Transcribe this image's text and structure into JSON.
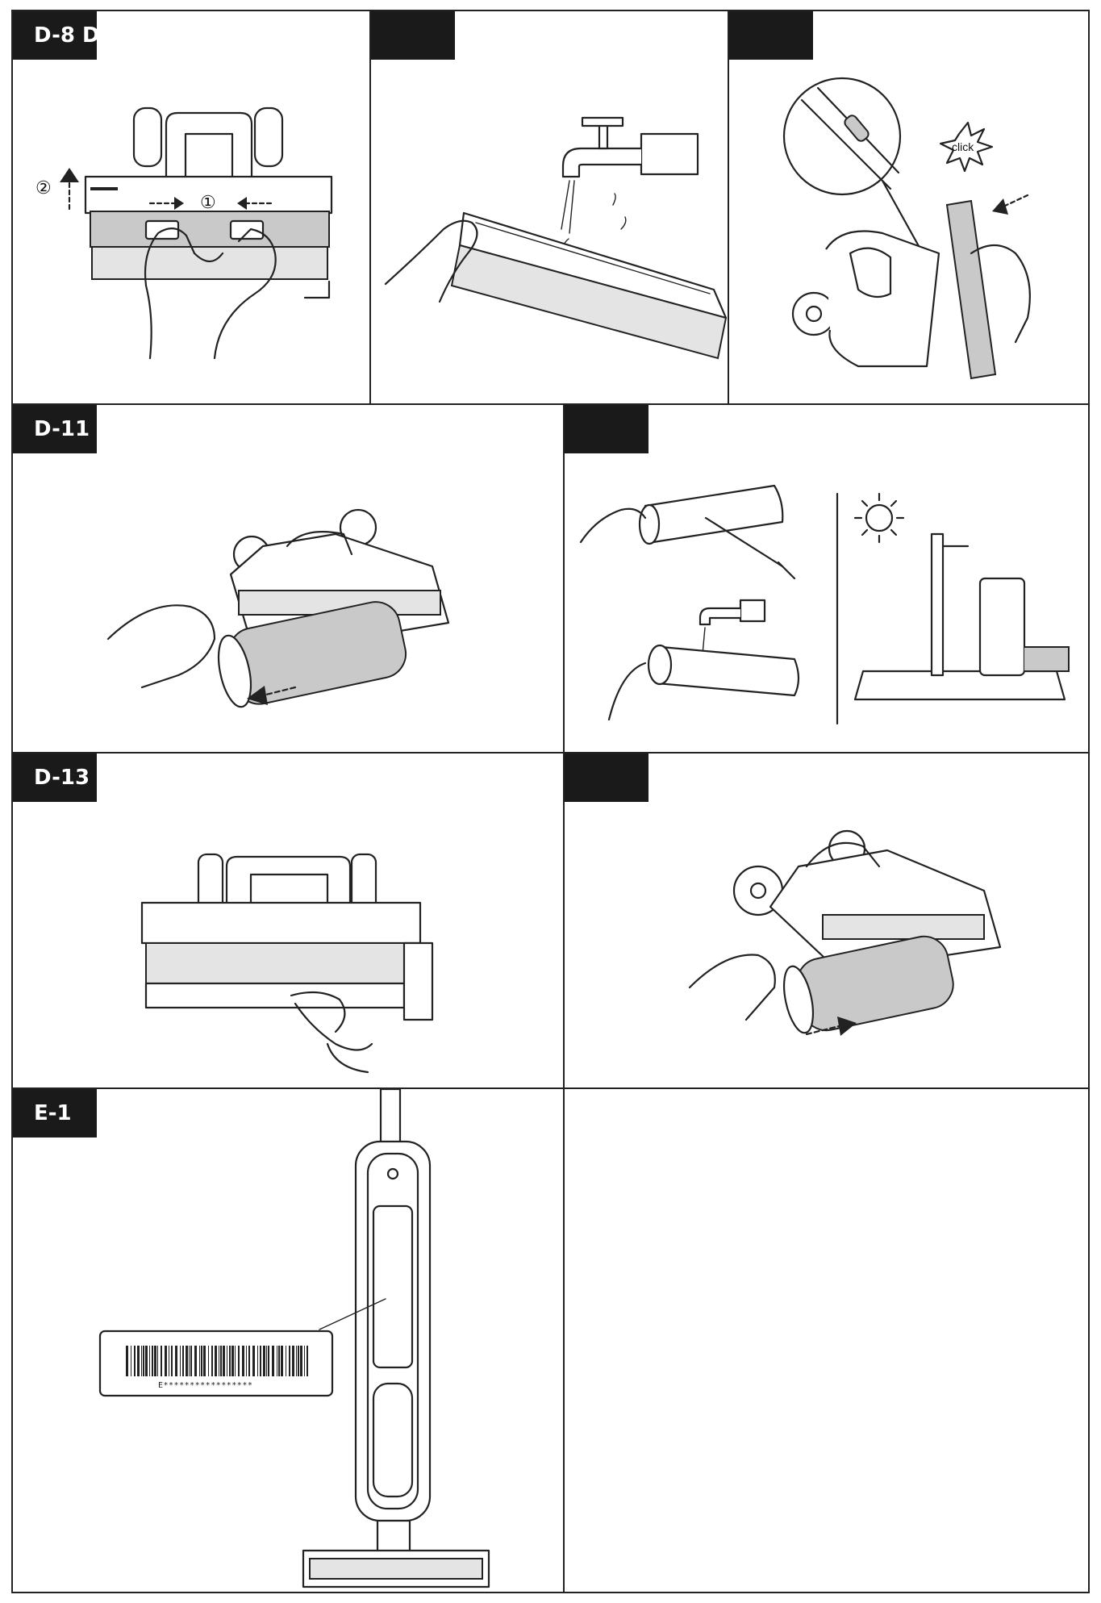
{
  "panels": {
    "d8": {
      "tag": "D-8 D",
      "step1": "①",
      "step2": "②"
    },
    "d9": {
      "tag": ""
    },
    "d10": {
      "tag": "",
      "click_label": "click"
    },
    "d11": {
      "tag": "D-11 D"
    },
    "d12": {
      "tag": ""
    },
    "d13": {
      "tag": "D-13 D"
    },
    "d14": {
      "tag": ""
    },
    "e1": {
      "tag": "E-1",
      "serial_label": "E*****************"
    }
  }
}
